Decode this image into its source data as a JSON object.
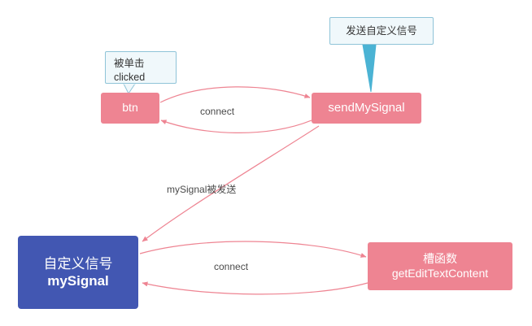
{
  "diagram": {
    "type": "signal-slot-flow",
    "nodes": [
      {
        "id": "btn",
        "label": "btn",
        "color": "#ee8492"
      },
      {
        "id": "sendMySignal",
        "label": "sendMySignal",
        "color": "#ee8492"
      },
      {
        "id": "slot",
        "line1": "槽函数",
        "line2": "getEditTextContent",
        "color": "#ee8492"
      },
      {
        "id": "signal",
        "line1": "自定义信号",
        "line2": "mySignal",
        "color": "#4257b2"
      }
    ],
    "edge_labels": {
      "connect_top": "connect",
      "connect_bottom": "connect",
      "mysignal_sent": "mySignal被发送"
    },
    "callouts": [
      {
        "id": "clicked",
        "line1": "被单击",
        "line2": "clicked",
        "border": "#8fc4d8",
        "fill": "#f0f8fb"
      },
      {
        "id": "send-custom-signal",
        "line1": "发送自定义信号",
        "border": "#8fc4d8",
        "fill": "#f0f8fb"
      }
    ],
    "edge_color": "#ee8492"
  }
}
